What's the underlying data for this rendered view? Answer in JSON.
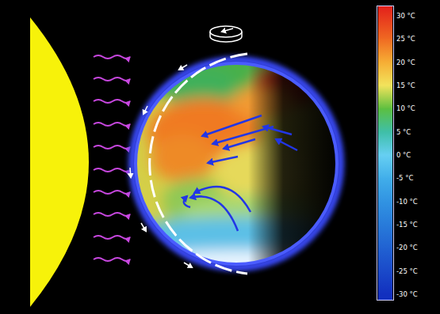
{
  "diagram": {
    "legend": [
      {
        "text": "30 °C",
        "color": "#e3201b"
      },
      {
        "text": "25 °C",
        "color": "#f06a22"
      },
      {
        "text": "20 °C",
        "color": "#f6ae35"
      },
      {
        "text": "15 °C",
        "color": "#f2e35c"
      },
      {
        "text": "10 °C",
        "color": "#5cbf3f"
      },
      {
        "text": "5 °C",
        "color": "#3fbfa8"
      },
      {
        "text": "0 °C",
        "color": "#66cff2"
      },
      {
        "text": "-5 °C",
        "color": "#41aeea"
      },
      {
        "text": "-10 °C",
        "color": "#3193e2"
      },
      {
        "text": "-15 °C",
        "color": "#287bda"
      },
      {
        "text": "-20 °C",
        "color": "#2162d2"
      },
      {
        "text": "-25 °C",
        "color": "#1a49c9"
      },
      {
        "text": "-30 °C",
        "color": "#1230bf"
      }
    ]
  }
}
